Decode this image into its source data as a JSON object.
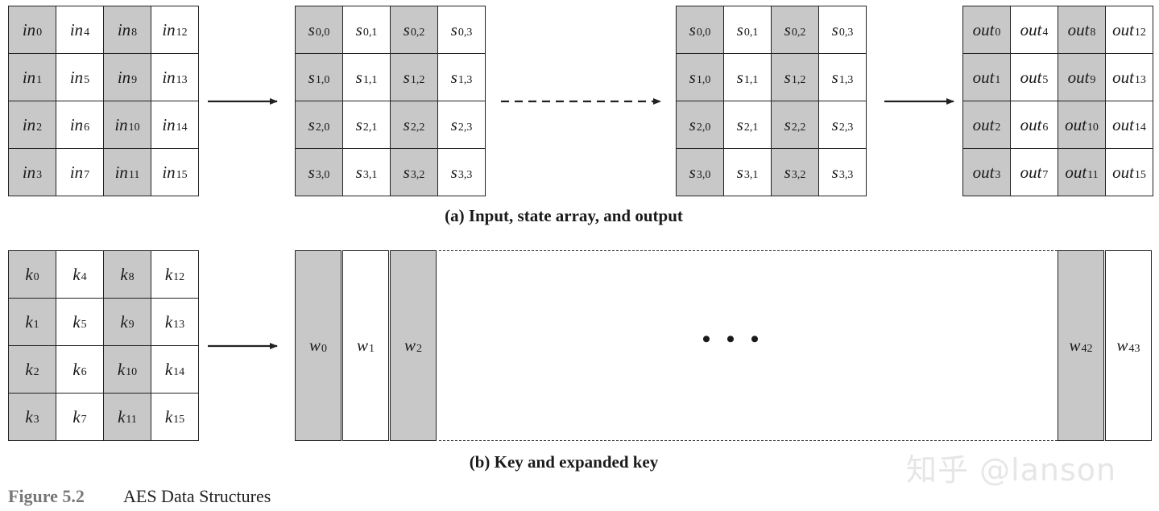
{
  "grids": [
    {
      "id": "input",
      "prefix": "in",
      "cells": [
        [
          "0",
          "4",
          "8",
          "12"
        ],
        [
          "1",
          "5",
          "9",
          "13"
        ],
        [
          "2",
          "6",
          "10",
          "14"
        ],
        [
          "3",
          "7",
          "11",
          "15"
        ]
      ]
    },
    {
      "id": "state1",
      "prefix": "s",
      "cells": [
        [
          "0,0",
          "0,1",
          "0,2",
          "0,3"
        ],
        [
          "1,0",
          "1,1",
          "1,2",
          "1,3"
        ],
        [
          "2,0",
          "2,1",
          "2,2",
          "2,3"
        ],
        [
          "3,0",
          "3,1",
          "3,2",
          "3,3"
        ]
      ]
    },
    {
      "id": "state2",
      "prefix": "s",
      "cells": [
        [
          "0,0",
          "0,1",
          "0,2",
          "0,3"
        ],
        [
          "1,0",
          "1,1",
          "1,2",
          "1,3"
        ],
        [
          "2,0",
          "2,1",
          "2,2",
          "2,3"
        ],
        [
          "3,0",
          "3,1",
          "3,2",
          "3,3"
        ]
      ]
    },
    {
      "id": "output",
      "prefix": "out",
      "cells": [
        [
          "0",
          "4",
          "8",
          "12"
        ],
        [
          "1",
          "5",
          "9",
          "13"
        ],
        [
          "2",
          "6",
          "10",
          "14"
        ],
        [
          "3",
          "7",
          "11",
          "15"
        ]
      ]
    },
    {
      "id": "key",
      "prefix": "k",
      "cells": [
        [
          "0",
          "4",
          "8",
          "12"
        ],
        [
          "1",
          "5",
          "9",
          "13"
        ],
        [
          "2",
          "6",
          "10",
          "14"
        ],
        [
          "3",
          "7",
          "11",
          "15"
        ]
      ]
    }
  ],
  "expanded_key": {
    "prefix": "w",
    "words": [
      "0",
      "1",
      "2",
      "42",
      "43"
    ],
    "ellipsis": "• • •"
  },
  "captions": {
    "a": "(a) Input, state array, and output",
    "b": "(b) Key and expanded key"
  },
  "figure": {
    "label": "Figure 5.2",
    "title": "AES Data Structures"
  },
  "watermark": "知乎 @lanson",
  "colors": {
    "shade": "#c8c8c8",
    "border": "#222222"
  }
}
